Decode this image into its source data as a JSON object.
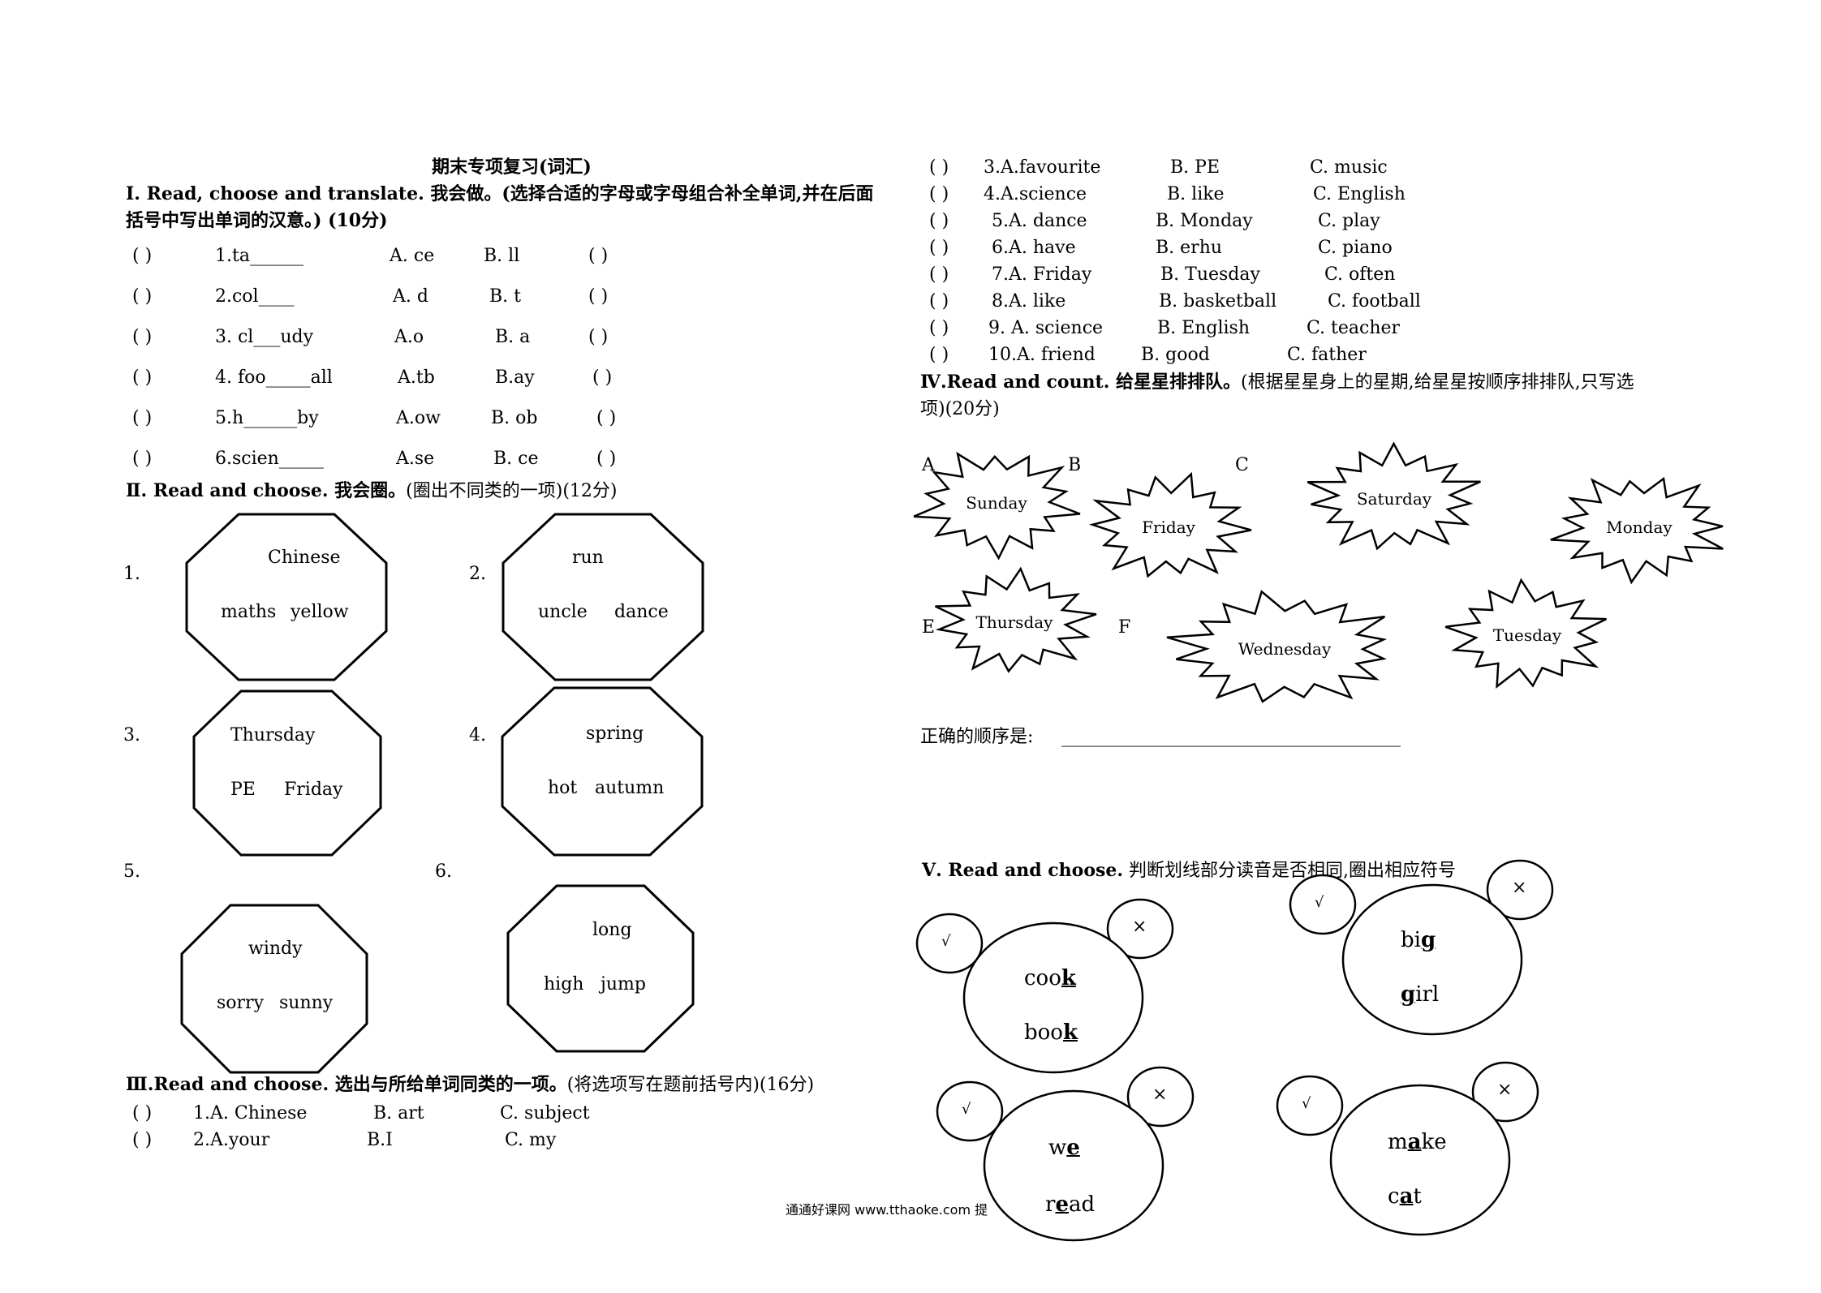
{
  "title": "期末专项复习(词汇)",
  "section1": {
    "heading_bold": "Ⅰ. Read, choose and translate. 我会做。(选择合适的字母或字母组合补全单词,并在后面",
    "heading_line2": "括号中写出单词的汉意。) (10分)",
    "items": [
      {
        "paren": "( )",
        "stem": "1.ta______",
        "a": "A. ce",
        "b": "B. ll",
        "answer": "( )"
      },
      {
        "paren": "( )",
        "stem": "2.col____",
        "a": "A. d",
        "b": "B. t",
        "answer": "( )"
      },
      {
        "paren": "( )",
        "stem": "3. cl___udy",
        "a": "A.o",
        "b": "B. a",
        "answer": "( )"
      },
      {
        "paren": "( )",
        "stem": "4. foo_____all",
        "a": "A.tb",
        "b": "B.ay",
        "answer": "( )"
      },
      {
        "paren": "( )",
        "stem": "5.h______by",
        "a": "A.ow",
        "b": "B. ob",
        "answer": "( )"
      },
      {
        "paren": "( )",
        "stem": "6.scien_____",
        "a": "A.se",
        "b": "B. ce",
        "answer": "( )"
      }
    ]
  },
  "section2": {
    "heading_bold": "Ⅱ. Read and choose. 我会圈。",
    "heading_rest": "(圈出不同类的一项)(12分)",
    "items": [
      {
        "num": "1.",
        "top": "Chinese",
        "left": "maths",
        "right": "yellow"
      },
      {
        "num": "2.",
        "top": "run",
        "left": "uncle",
        "right": "dance"
      },
      {
        "num": "3.",
        "top": "Thursday",
        "left": "PE",
        "right": "Friday"
      },
      {
        "num": "4.",
        "top": "spring",
        "left": "hot",
        "right": "autumn"
      },
      {
        "num": "5.",
        "top": "windy",
        "left": "sorry",
        "right": "sunny"
      },
      {
        "num": "6.",
        "top": "long",
        "left": "high",
        "right": "jump"
      }
    ]
  },
  "section3": {
    "heading_bold": "Ⅲ.Read and choose. 选出与所给单词同类的一项。",
    "heading_rest": "(将选项写在题前括号内)(16分)",
    "items": [
      {
        "paren": "( )",
        "stem": "1.A. Chinese",
        "b": "B. art",
        "c": "C. subject"
      },
      {
        "paren": "( )",
        "stem": "2.A.your",
        "b": "B.I",
        "c": "C. my"
      },
      {
        "paren": "( )",
        "stem": "3.A.favourite",
        "b": "B. PE",
        "c": "C. music"
      },
      {
        "paren": "( )",
        "stem": "4.A.science",
        "b": "B. like",
        "c": "C. English"
      },
      {
        "paren": "( )",
        "stem": "5.A. dance",
        "b": "B. Monday",
        "c": "C. play"
      },
      {
        "paren": "( )",
        "stem": "6.A. have",
        "b": "B. erhu",
        "c": "C. piano"
      },
      {
        "paren": "( )",
        "stem": "7.A. Friday",
        "b": "B. Tuesday",
        "c": "C. often"
      },
      {
        "paren": "( )",
        "stem": "8.A. like",
        "b": "B. basketball",
        "c": "C. football"
      },
      {
        "paren": "( )",
        "stem": "9. A. science",
        "b": "B. English",
        "c": "C. teacher"
      },
      {
        "paren": "( )",
        "stem": "10.A. friend",
        "b": "B. good",
        "c": "C. father"
      }
    ]
  },
  "section4": {
    "heading_bold": "Ⅳ.Read and count. 给星星排排队。",
    "heading_rest": "(根据星星身上的星期,给星星按顺序排排队,只写选",
    "heading_line2": "项)(20分)",
    "letters": [
      "A",
      "B",
      "C",
      "E",
      "F"
    ],
    "stars": [
      "Sunday",
      "Friday",
      "Saturday",
      "Monday",
      "Thursday",
      "Wednesday",
      "Tuesday"
    ],
    "order_label": "正确的顺序是:",
    "order_blank": "______________________________________"
  },
  "section5": {
    "heading_bold": "Ⅴ. Read and choose.",
    "heading_rest": " 判断划线部分读音是否相同,圈出相应符号",
    "check": "√",
    "cross": "×",
    "bears": [
      {
        "w1_pre": "coo",
        "w1_u": "k",
        "w1_post": "",
        "w2_pre": "boo",
        "w2_u": "k",
        "w2_post": ""
      },
      {
        "w1_pre": "bi",
        "w1_u": "g",
        "w1_post": "",
        "w2_pre": "",
        "w2_u": "g",
        "w2_post": "irl"
      },
      {
        "w1_pre": "w",
        "w1_u": "e",
        "w1_post": "",
        "w2_pre": "r",
        "w2_u": "e",
        "w2_post": "ad"
      },
      {
        "w1_pre": "m",
        "w1_u": "a",
        "w1_post": "ke",
        "w2_pre": "c",
        "w2_u": "a",
        "w2_post": "t"
      }
    ]
  },
  "footer": "通通好课网 www.tthaoke.com 提"
}
